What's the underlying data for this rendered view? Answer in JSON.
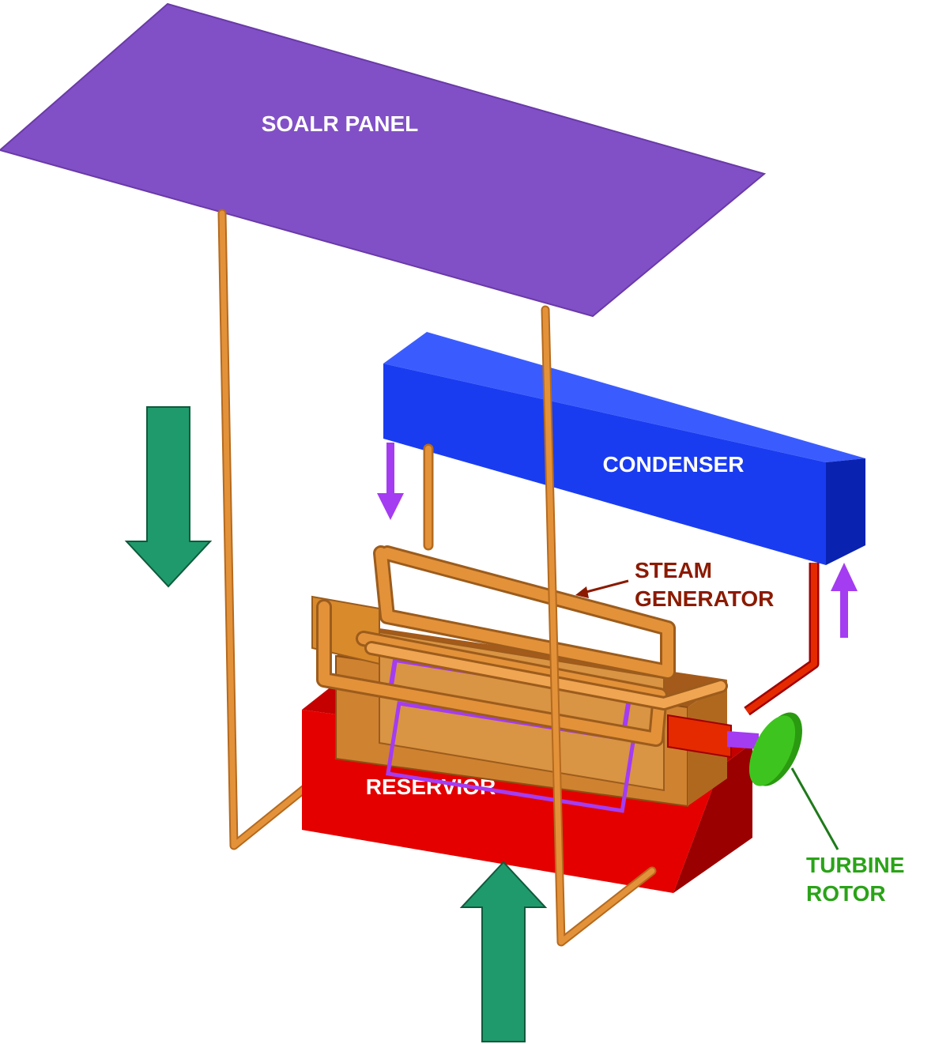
{
  "labels": {
    "solar_panel": "SOALR PANEL",
    "condenser": "CONDENSER",
    "steam_generator_line1": "STEAM",
    "steam_generator_line2": "GENERATOR",
    "reservoir": "RESERVIOR",
    "turbine_line1": "TURBINE",
    "turbine_line2": "ROTOR"
  },
  "colors": {
    "solar_panel": "#8150c6",
    "condenser": "#1a3cf0",
    "condenser_side": "#0a22b0",
    "reservoir": "#e50000",
    "reservoir_side": "#9a0000",
    "pipe": "#d98a2b",
    "pipe_highlight": "#f2b565",
    "steam_generator": "#cf8230",
    "turbine": "#3ec41e",
    "flow_arrow": "#1f9a6c",
    "steam_arrow": "#a43cf2",
    "steam_label": "#8b1a00",
    "turbine_label": "#2aa318",
    "text_light": "#ffffff"
  },
  "icons": [
    "down-arrow-icon",
    "up-arrow-icon"
  ]
}
